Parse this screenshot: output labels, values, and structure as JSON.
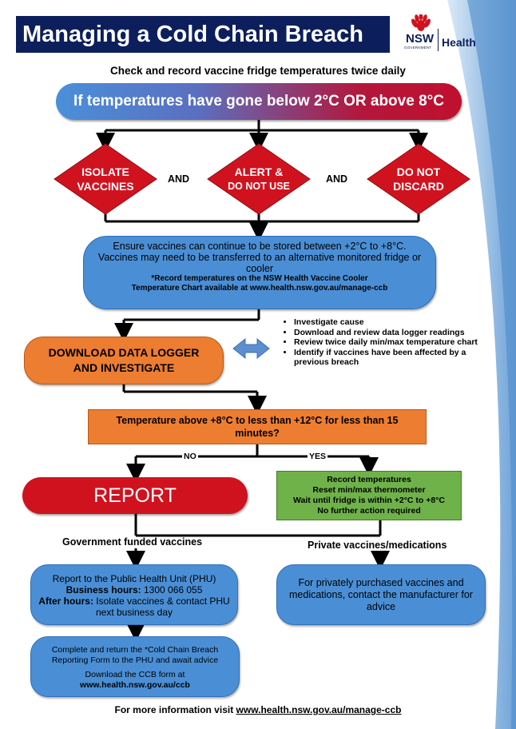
{
  "header": {
    "title": "Managing a Cold Chain Breach",
    "logo_nsw": "NSW",
    "logo_government": "GOVERNMENT",
    "logo_health": "Health"
  },
  "subtitle": "Check and record vaccine fridge temperatures twice daily",
  "banner": "If temperatures have gone below 2°C OR above 8°C",
  "actions": {
    "isolate_line1": "ISOLATE",
    "isolate_line2": "VACCINES",
    "alert_line1": "ALERT &",
    "alert_line2": "DO NOT USE",
    "discard_line1": "DO NOT",
    "discard_line2": "DISCARD",
    "and_label": "AND"
  },
  "store": {
    "line1": "Ensure vaccines can continue to be stored between +2°C to +8°C.",
    "line2": "Vaccines may need to be transferred to an alternative monitored fridge or",
    "line3": "cooler",
    "note1": "*Record temperatures on the NSW Health Vaccine Cooler",
    "note2": "Temperature Chart available at www.health.nsw.gov.au/manage-ccb"
  },
  "investigate": {
    "line1": "DOWNLOAD DATA LOGGER",
    "line2": "AND INVESTIGATE",
    "bullets": [
      "Investigate cause",
      "Download and review data logger readings",
      "Review twice daily min/max temperature chart",
      "Identify if vaccines have been affected by a previous breach"
    ]
  },
  "question": "Temperature above +8°C to less than +12°C for less than 15 minutes?",
  "no_label": "NO",
  "yes_label": "YES",
  "report_label": "REPORT",
  "no_action": {
    "line1": "Record temperatures",
    "line2": "Reset min/max thermometer",
    "line3": "Wait until fridge is within +2°C to +8°C",
    "line4": "No further action required"
  },
  "government_label": "Government funded vaccines",
  "private_label": "Private vaccines/medications",
  "phu": {
    "line1": "Report to the Public Health Unit (PHU)",
    "business_label": "Business hours:",
    "business_value": "1300 066 055",
    "after_label": "After hours:",
    "after_value": "Isolate vaccines & contact PHU",
    "after_value2": "next business day"
  },
  "private_text": "For privately purchased vaccines and medications, contact the manufacturer for advice",
  "ccb": {
    "line1": "Complete and return the *Cold Chain Breach",
    "line2": "Reporting Form to the PHU and await advice",
    "line3": "Download the CCB form at",
    "line4": "www.health.nsw.gov.au/ccb"
  },
  "footer": {
    "prefix": "For more information visit",
    "link": "www.health.nsw.gov.au/manage-ccb"
  },
  "colors": {
    "title_bg": "#0c1f5c",
    "diamond_red": "#d0121f",
    "orange": "#ed7d31",
    "blue": "#4a8fd6",
    "green": "#6fb24a"
  }
}
